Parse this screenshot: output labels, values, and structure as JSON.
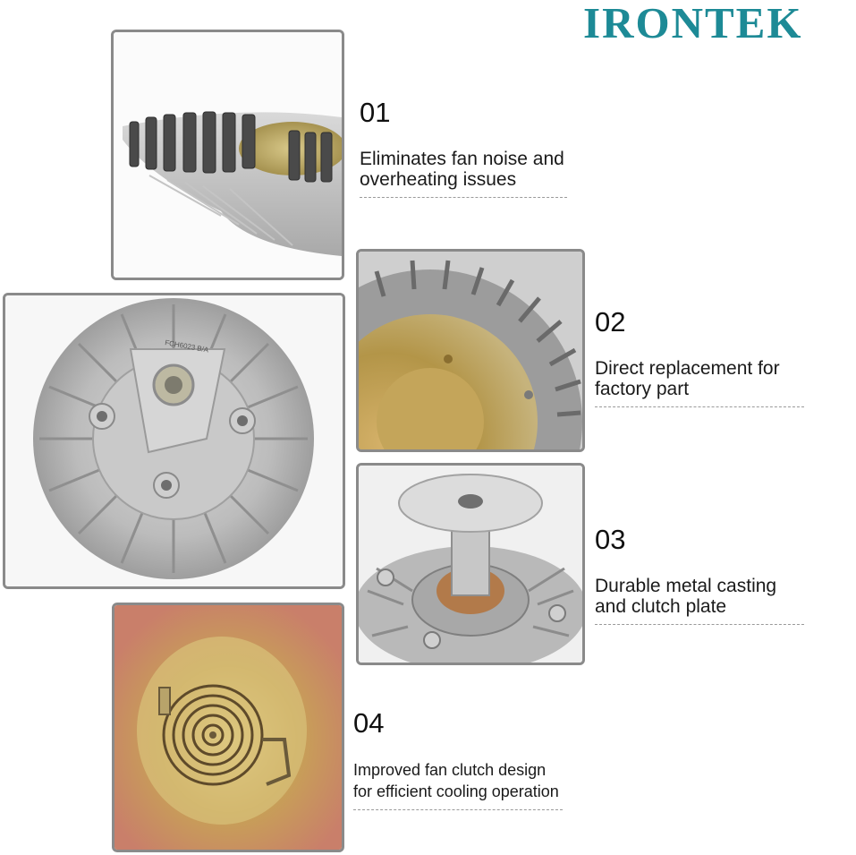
{
  "brand": {
    "name": "IRONTEK",
    "color": "#1d8a96"
  },
  "features": [
    {
      "number": "01",
      "text_line1": "Eliminates fan noise and",
      "text_line2": "overheating issues"
    },
    {
      "number": "02",
      "text_line1": "Direct replacement for",
      "text_line2": "factory part"
    },
    {
      "number": "03",
      "text_line1": "Durable metal casting",
      "text_line2": "and clutch plate"
    },
    {
      "number": "04",
      "text_line1": "Improved fan clutch design",
      "text_line2": "for efficient cooling operation"
    }
  ],
  "product_marking": "FCH6023 B/A"
}
